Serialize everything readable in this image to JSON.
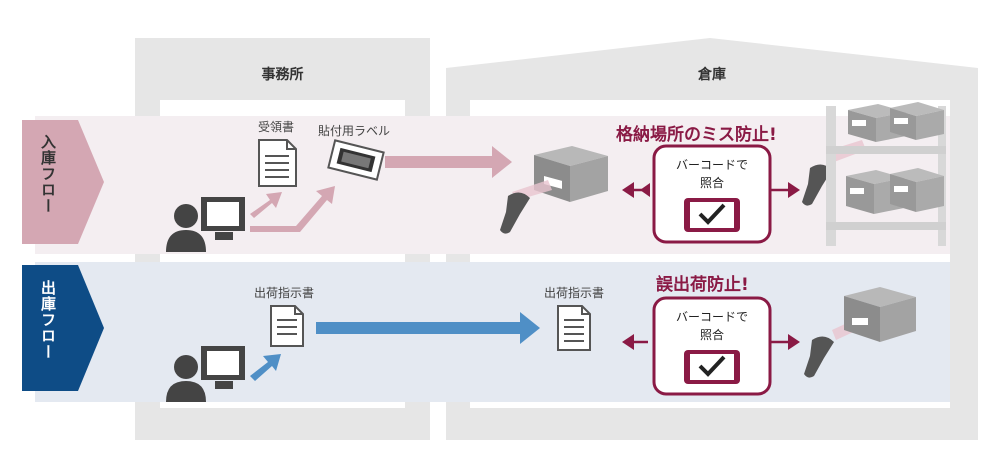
{
  "buildings": {
    "office": "事務所",
    "warehouse": "倉庫"
  },
  "flows": {
    "inbound": {
      "label": "入庫フロー",
      "color": "#d4a7b3"
    },
    "outbound": {
      "label": "出庫フロー",
      "color": "#0e4c86"
    }
  },
  "inbound_docs": {
    "receipt": "受領書",
    "label_sticker": "貼付用ラベル"
  },
  "outbound_docs": {
    "office_instruction": "出荷指示書",
    "warehouse_instruction": "出荷指示書"
  },
  "prevention": {
    "inbound_title": "格納場所のミス防止!",
    "outbound_title": "誤出荷防止!"
  },
  "verify": {
    "inbound_line1": "バーコードで",
    "inbound_line2": "照合",
    "outbound_line1": "バーコードで",
    "outbound_line2": "照合"
  },
  "colors": {
    "inbound_band": "#f4eef1",
    "outbound_band": "#e4e9f1",
    "building_gray": "#e6e6e6",
    "accent_red": "#8a1a45",
    "pink_arrow": "#d4a7b3",
    "blue_arrow": "#4f8fc6"
  }
}
